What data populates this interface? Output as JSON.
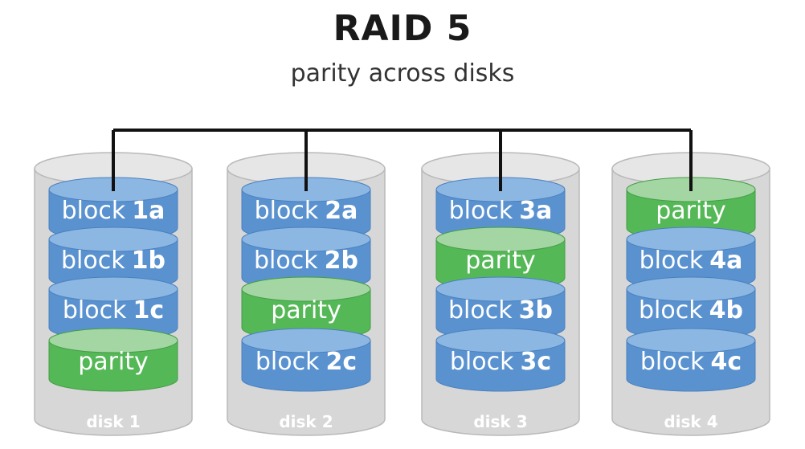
{
  "title": "RAID 5",
  "subtitle": "parity across disks",
  "colors": {
    "block": "#5a92d0",
    "block_top": "#8cb7e2",
    "block_dark": "#4a80bf",
    "parity": "#55b857",
    "parity_top": "#a3d6a3",
    "parity_dark": "#449d46",
    "disk_body": "#d7d7d7",
    "disk_edge": "#b9b9b9",
    "disk_label": "#ffffff",
    "connector": "#111111"
  },
  "disks": [
    {
      "label": "disk 1",
      "blocks": [
        {
          "type": "data",
          "word": "block",
          "id": "1a"
        },
        {
          "type": "data",
          "word": "block",
          "id": "1b"
        },
        {
          "type": "data",
          "word": "block",
          "id": "1c"
        },
        {
          "type": "parity",
          "word": "parity",
          "id": ""
        }
      ]
    },
    {
      "label": "disk 2",
      "blocks": [
        {
          "type": "data",
          "word": "block",
          "id": "2a"
        },
        {
          "type": "data",
          "word": "block",
          "id": "2b"
        },
        {
          "type": "parity",
          "word": "parity",
          "id": ""
        },
        {
          "type": "data",
          "word": "block",
          "id": "2c"
        }
      ]
    },
    {
      "label": "disk 3",
      "blocks": [
        {
          "type": "data",
          "word": "block",
          "id": "3a"
        },
        {
          "type": "parity",
          "word": "parity",
          "id": ""
        },
        {
          "type": "data",
          "word": "block",
          "id": "3b"
        },
        {
          "type": "data",
          "word": "block",
          "id": "3c"
        }
      ]
    },
    {
      "label": "disk 4",
      "blocks": [
        {
          "type": "parity",
          "word": "parity",
          "id": ""
        },
        {
          "type": "data",
          "word": "block",
          "id": "4a"
        },
        {
          "type": "data",
          "word": "block",
          "id": "4b"
        },
        {
          "type": "data",
          "word": "block",
          "id": "4c"
        }
      ]
    }
  ]
}
